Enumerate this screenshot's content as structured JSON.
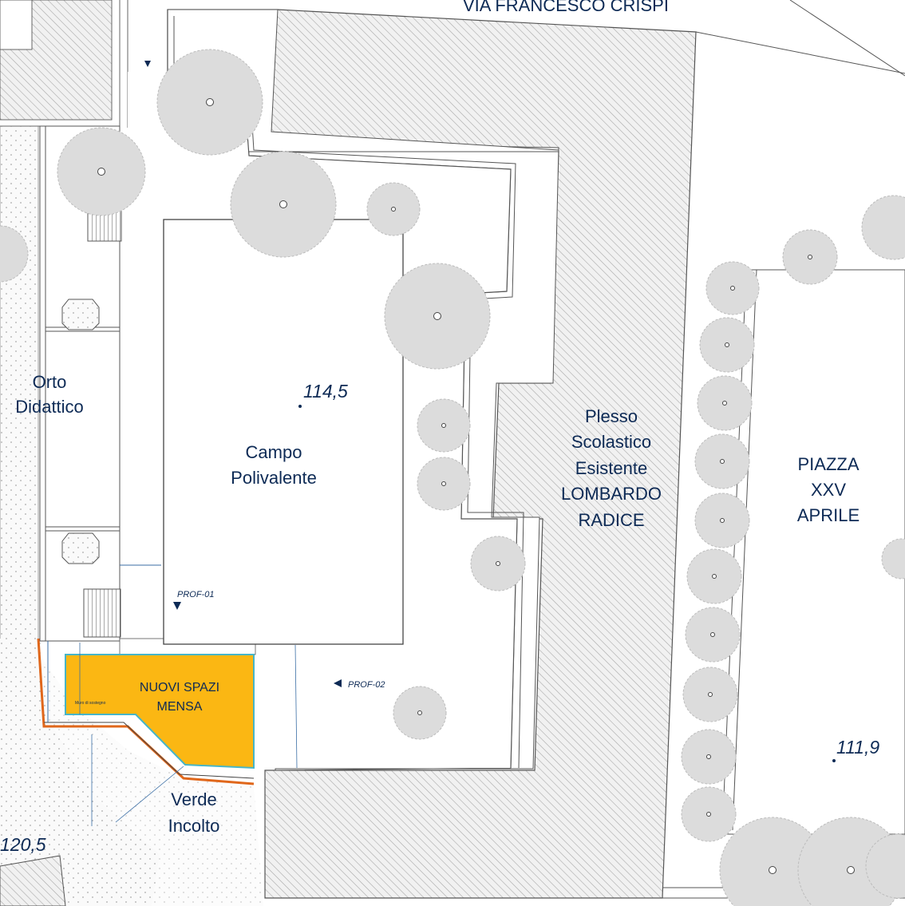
{
  "labels": {
    "street": "VIA FRANCESCO CRISPI",
    "orto_line1": "Orto",
    "orto_line2": "Didattico",
    "campo_line1": "Campo",
    "campo_line2": "Polivalente",
    "plesso_line1": "Plesso",
    "plesso_line2": "Scolastico",
    "plesso_line3": "Esistente",
    "plesso_line4": "LOMBARDO",
    "plesso_line5": "RADICE",
    "piazza_line1": "PIAZZA",
    "piazza_line2": "XXV",
    "piazza_line3": "APRILE",
    "mensa_line1": "NUOVI SPAZI",
    "mensa_line2": "MENSA",
    "mensa_note": "Muro di sostegno",
    "verde_line1": "Verde",
    "verde_line2": "Incolto",
    "prof1": "PROF-01",
    "prof2": "PROF-02"
  },
  "elevations": {
    "campo": "114,5",
    "piazza": "111,9",
    "left": "120,5"
  },
  "colors": {
    "text": "#0d2a55",
    "new_building": "#fbb713",
    "new_building_edge": "#e0671b",
    "hatch": "#b9b9b9",
    "tree": "#dddddd"
  }
}
